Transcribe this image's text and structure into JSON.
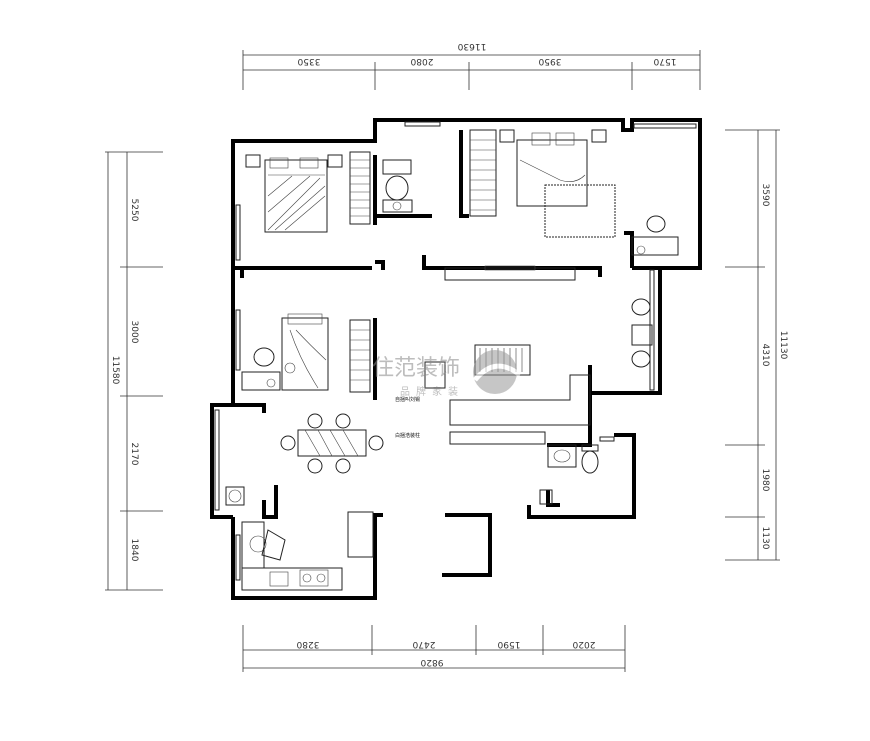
{
  "dimensions": {
    "top_total": "11630",
    "top_segments": [
      "3350",
      "2080",
      "3950",
      "1570"
    ],
    "bottom_total": "9820",
    "bottom_segments": [
      "3280",
      "2470",
      "1590",
      "2020"
    ],
    "left_total": "11580",
    "left_segments": [
      "5250",
      "3000",
      "2170",
      "1840"
    ],
    "right_total": "11130",
    "right_segments": [
      "3590",
      "4310",
      "1980",
      "1130"
    ]
  },
  "annotations": {
    "label_1": "自捆叫刘锡",
    "label_2": "白捆浩装柱"
  },
  "watermark": {
    "name": "住范装饰",
    "sub": "品牌家装"
  }
}
